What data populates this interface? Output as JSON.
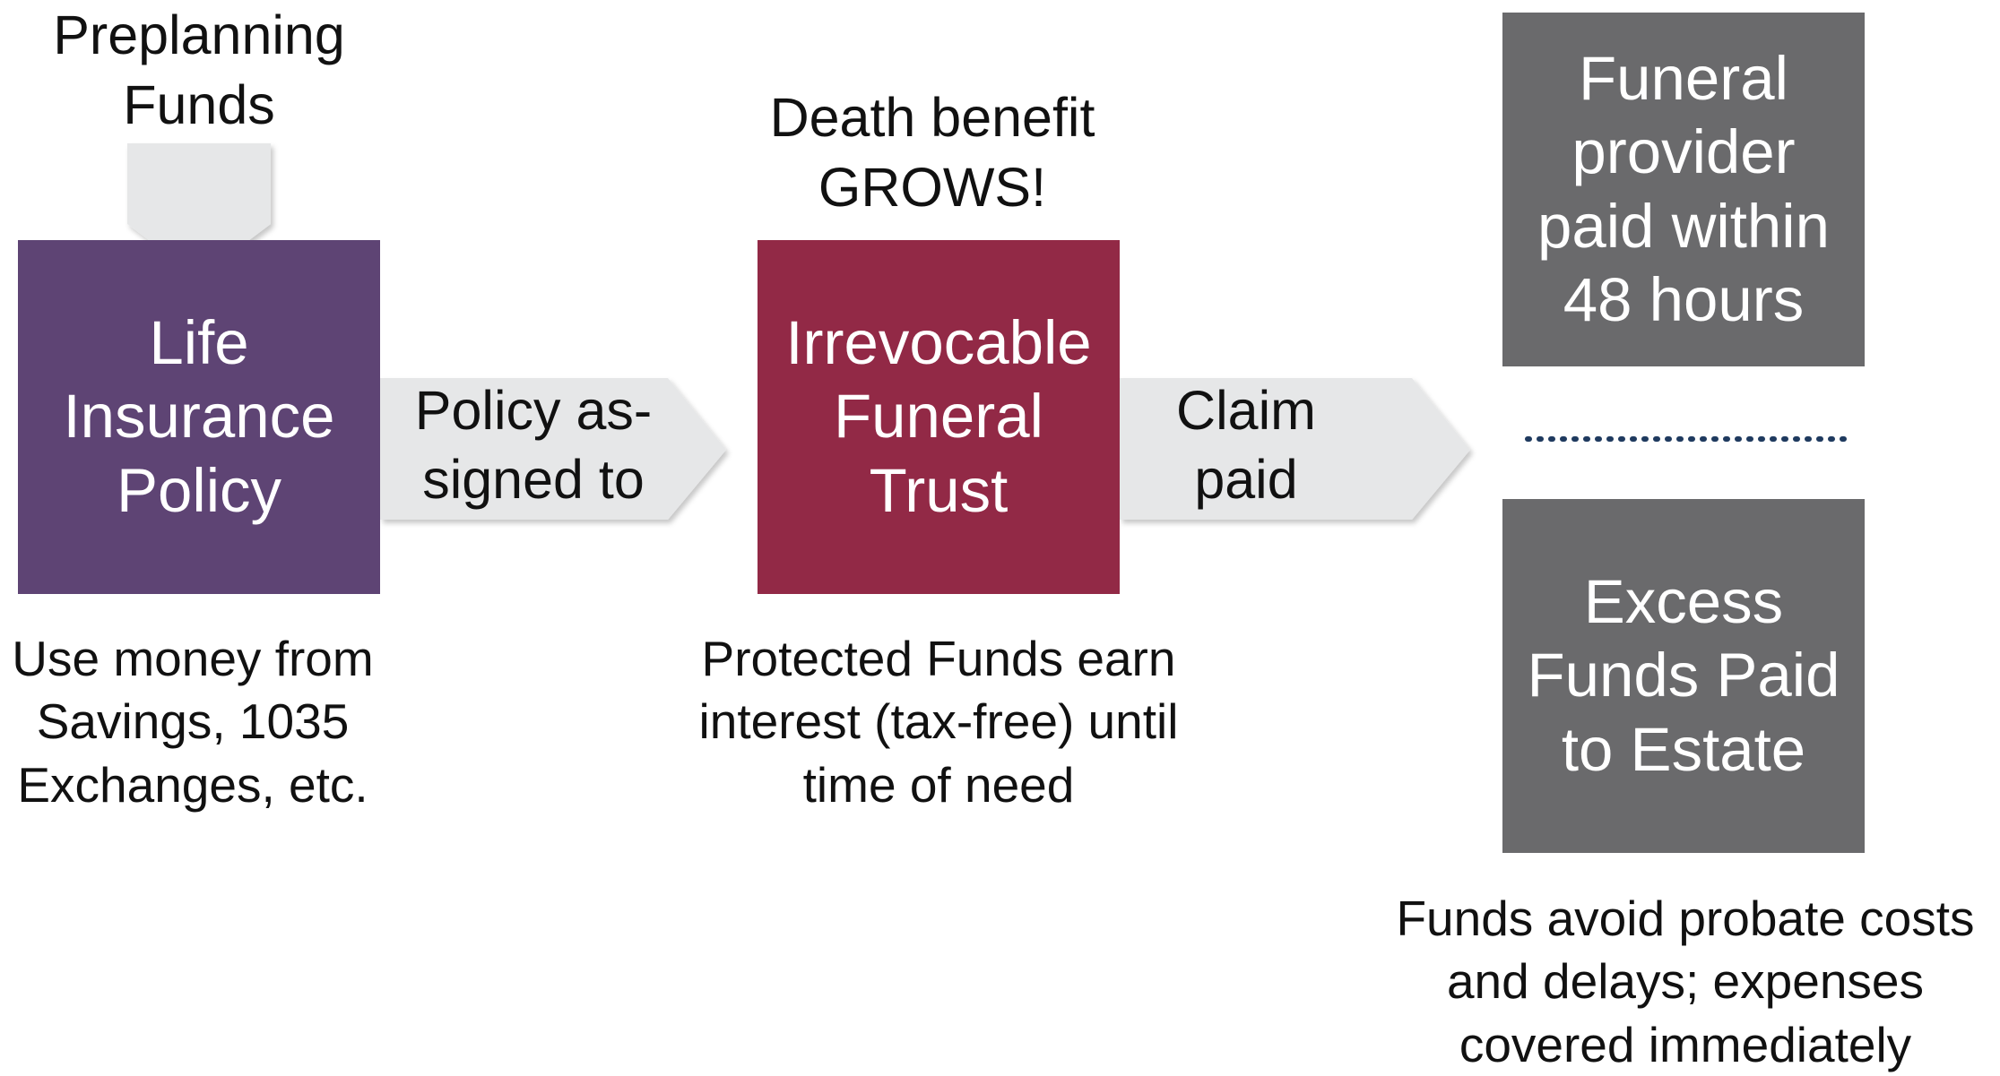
{
  "labels": {
    "preplanning": "Preplanning\nFunds",
    "death_benefit": "Death benefit\nGROWS!"
  },
  "boxes": {
    "life_insurance": "Life\nInsurance\nPolicy",
    "funeral_trust": "Irrevocable\nFuneral\nTrust",
    "provider_paid": "Funeral\nprovider\npaid within\n48 hours",
    "excess_funds": "Excess\nFunds Paid\nto Estate"
  },
  "arrows": {
    "policy_assigned": "Policy as-\nsigned to",
    "claim_paid": "Claim\npaid"
  },
  "captions": {
    "life_insurance": "Use money from\nSavings, 1035\nExchanges, etc.",
    "funeral_trust": "Protected Funds earn\ninterest (tax-free) until\ntime of need",
    "estate": "Funds avoid probate costs\nand delays; expenses\ncovered immediately"
  },
  "colors": {
    "life_insurance": "#5e4474",
    "funeral_trust": "#922946",
    "outcome_boxes": "#6a6a6c",
    "arrow_fill": "#e6e7e8",
    "dotted_line": "#1f3a5f"
  }
}
